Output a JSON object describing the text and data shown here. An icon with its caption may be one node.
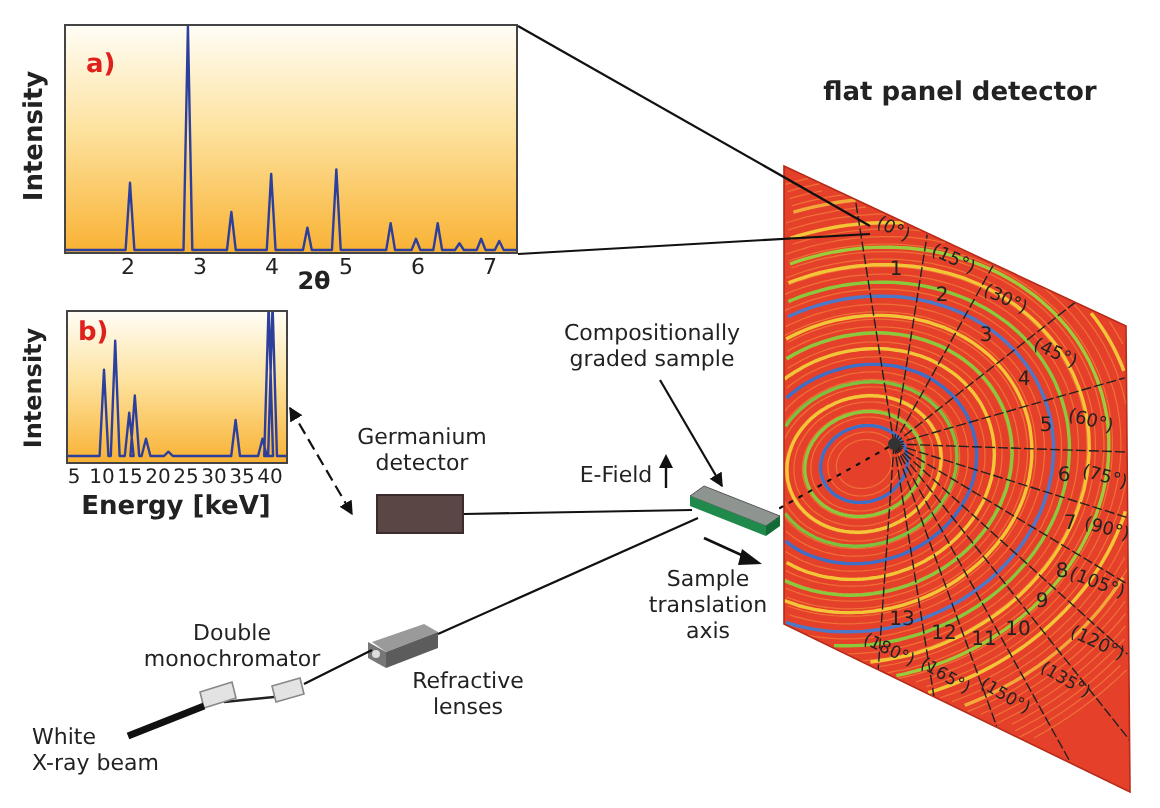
{
  "diagram": {
    "nodes": [
      {
        "text": [
          "a)"
        ]
      },
      {
        "text": [
          "flat panel detector"
        ]
      },
      {
        "text": [
          "b)"
        ]
      },
      {
        "text": [
          "Compositionally graded sample"
        ]
      },
      {
        "text": [
          "Germanium detector"
        ]
      },
      {
        "text": [],
        "shape": "bar"
      },
      {
        "text": [
          "Double monochromator"
        ]
      },
      {
        "text": [
          "Refractive lenses"
        ]
      },
      {
        "text": [
          "White X-ray beam"
        ]
      }
    ],
    "edges": [
      {
        "from": 1,
        "to": 0,
        "arrow": "none"
      },
      {
        "from": 1,
        "to": 0,
        "arrow": "none"
      },
      {
        "from": 2,
        "to": 4,
        "arrow": "both",
        "style": "dashed"
      },
      {
        "from": 3,
        "to": 5,
        "arrow": "to"
      },
      {
        "from": 4,
        "to": 5,
        "arrow": "none"
      },
      {
        "from": 8,
        "to": 6,
        "arrow": "none",
        "style": "thick"
      },
      {
        "from": 6,
        "to": 7,
        "arrow": "none"
      },
      {
        "from": 7,
        "to": 5,
        "arrow": "none"
      },
      {
        "from": 5,
        "to": 1,
        "arrow": "none",
        "style": "dashed"
      }
    ],
    "labels": [
      "Intensity",
      "2",
      "3",
      "4",
      "5",
      "6",
      "7",
      "2θ",
      "Intensity",
      "5",
      "10",
      "15",
      "20",
      "25",
      "30",
      "35",
      "40",
      "Energy [keV]",
      "E-Field",
      "Sample translation axis",
      "(0°)",
      "1",
      "(15°)",
      "2",
      "(30°)",
      "3",
      "(45°)",
      "4",
      "5",
      "(60°)",
      "6",
      "(75°)",
      "7",
      "(90°)",
      "8",
      "(105°)",
      "9",
      "(120°)",
      "10",
      "(135°)",
      "11",
      "(150°)",
      "12",
      "(165°)",
      "13",
      "(180°)"
    ]
  }
}
